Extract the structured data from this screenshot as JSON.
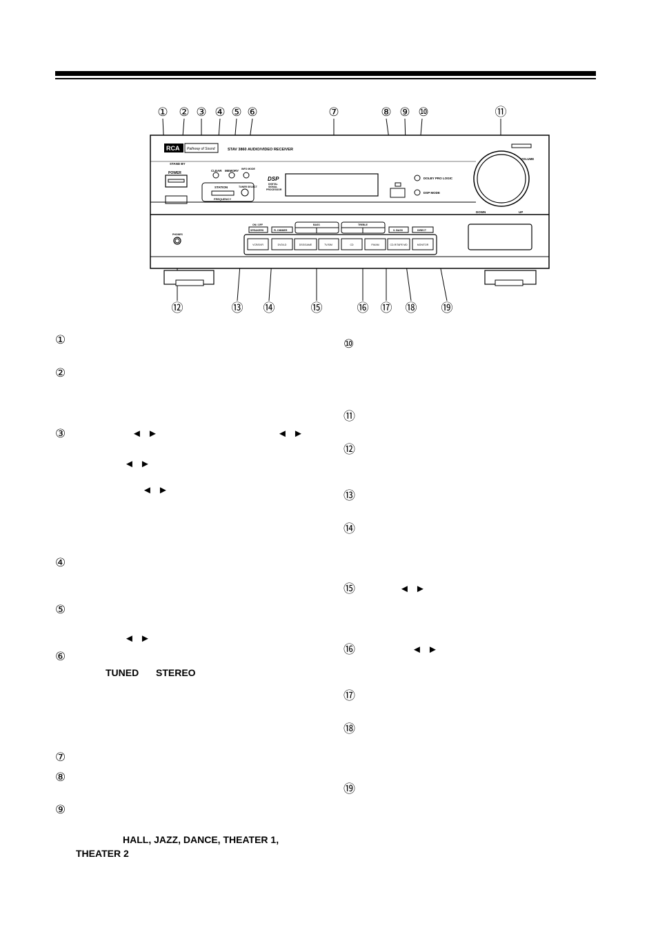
{
  "callout_numbers": [
    "①",
    "②",
    "③",
    "④",
    "⑤",
    "⑥",
    "⑦",
    "⑧",
    "⑨",
    "⑩",
    "⑪",
    "⑫",
    "⑬",
    "⑭",
    "⑮",
    "⑯",
    "⑰",
    "⑱",
    "⑲"
  ],
  "panel": {
    "brand": "RCA",
    "tagline": "Pathway of Sound",
    "model": "STAV 3860 AUDIO/VIDEO RECEIVER",
    "stand_by": "STAND BY",
    "power": "POWER",
    "clear": "CLEAR",
    "memory": "MEMORY",
    "info_mode": "INFO MODE",
    "station": "STATION",
    "tuner_select": "TUNER SELECT",
    "frequency": "FREQUENCY",
    "dsp": "DSP",
    "dsp_sub1": "DIGITAL",
    "dsp_sub2": "SIGNAL",
    "dsp_sub3": "PROCESSOR",
    "dolby": "DOLBY PRO LOGIC",
    "dsp_mode": "DSP MODE",
    "volume": "VOLUME",
    "down": "DOWN",
    "up": "UP",
    "phones": "PHONES",
    "on_off": "ON / OFF",
    "speakers": "SPEAKERS",
    "fl_dimmer": "FL DIMMER",
    "bass": "BASS",
    "treble": "TREBLE",
    "s_bass": "S. BASS",
    "direct": "DIRECT",
    "inputs": [
      "VCR/DVR",
      "DVD/LD",
      "DSS/GAME",
      "TV/SIM",
      "CD",
      "FM/AM",
      "CD-R/TAPE MD",
      "MONITOR"
    ]
  },
  "text": {
    "tri": "◄ ►",
    "tuned": "TUNED",
    "stereo": "STEREO",
    "dsp_modes_1": "HALL, JAZZ, DANCE, THEATER 1,",
    "dsp_modes_2": "THEATER 2"
  }
}
